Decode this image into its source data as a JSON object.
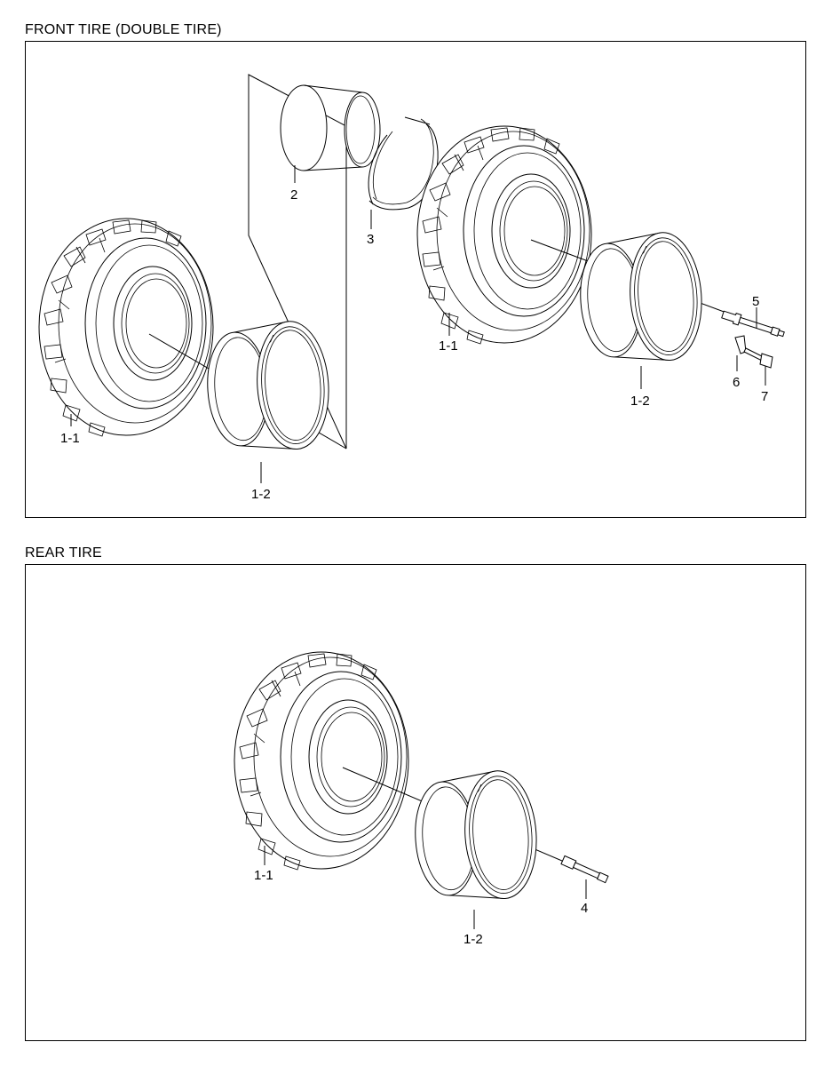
{
  "sections": {
    "front": {
      "title": "FRONT TIRE (DOUBLE TIRE)"
    },
    "rear": {
      "title": "REAR TIRE"
    }
  },
  "callouts": {
    "front_left_tire": "1-1",
    "front_left_rim": "1-2",
    "front_band": "2",
    "front_ring": "3",
    "front_right_tire": "1-1",
    "front_right_rim": "1-2",
    "front_valve": "5",
    "front_clip": "6",
    "front_bolt": "7",
    "rear_tire": "1-1",
    "rear_rim": "1-2",
    "rear_valve": "4"
  }
}
